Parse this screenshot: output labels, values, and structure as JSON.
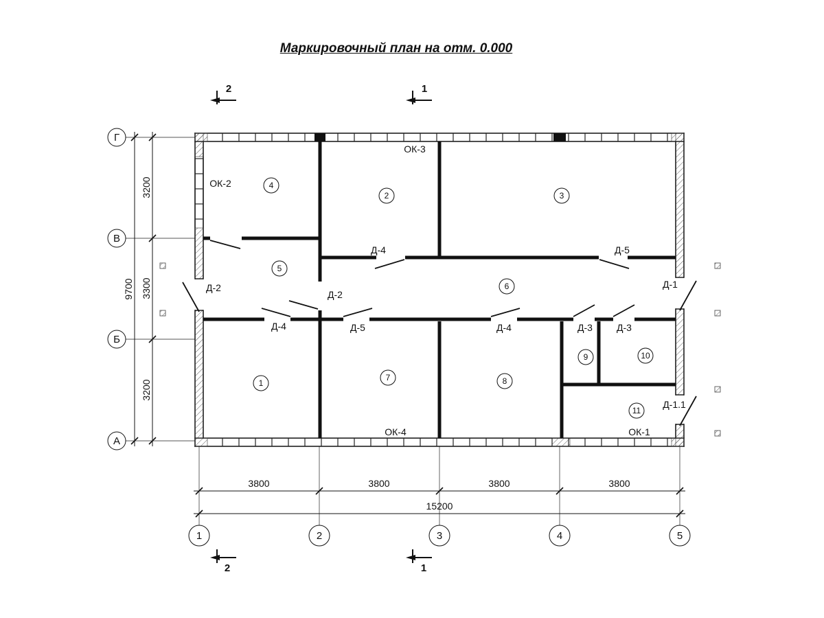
{
  "title": "Маркировочный план на отм. 0.000",
  "axes": {
    "rows": [
      "Г",
      "В",
      "Б",
      "А"
    ],
    "cols": [
      "1",
      "2",
      "3",
      "4",
      "5"
    ]
  },
  "dims": {
    "left": [
      "3200",
      "3300",
      "3200"
    ],
    "left_total": "9700",
    "bottom": [
      "3800",
      "3800",
      "3800",
      "3800"
    ],
    "bottom_total": "15200"
  },
  "rooms": [
    "1",
    "2",
    "3",
    "4",
    "5",
    "6",
    "7",
    "8",
    "9",
    "10",
    "11"
  ],
  "marks": {
    "ok1": "ОК-1",
    "ok2": "ОК-2",
    "ok3": "ОК-3",
    "ok4": "ОК-4",
    "d1": "Д-1",
    "d11": "Д-1.1",
    "d2_exterior": "Д-2",
    "d2_hall": "Д-2",
    "d4_room2": "Д-4",
    "d5_room3": "Д-5",
    "d4_room1": "Д-4",
    "d5_room7": "Д-5",
    "d4_room8": "Д-4",
    "d3_room9": "Д-3",
    "d3_room10": "Д-3"
  },
  "sections": {
    "s1": "1",
    "s2": "2"
  }
}
